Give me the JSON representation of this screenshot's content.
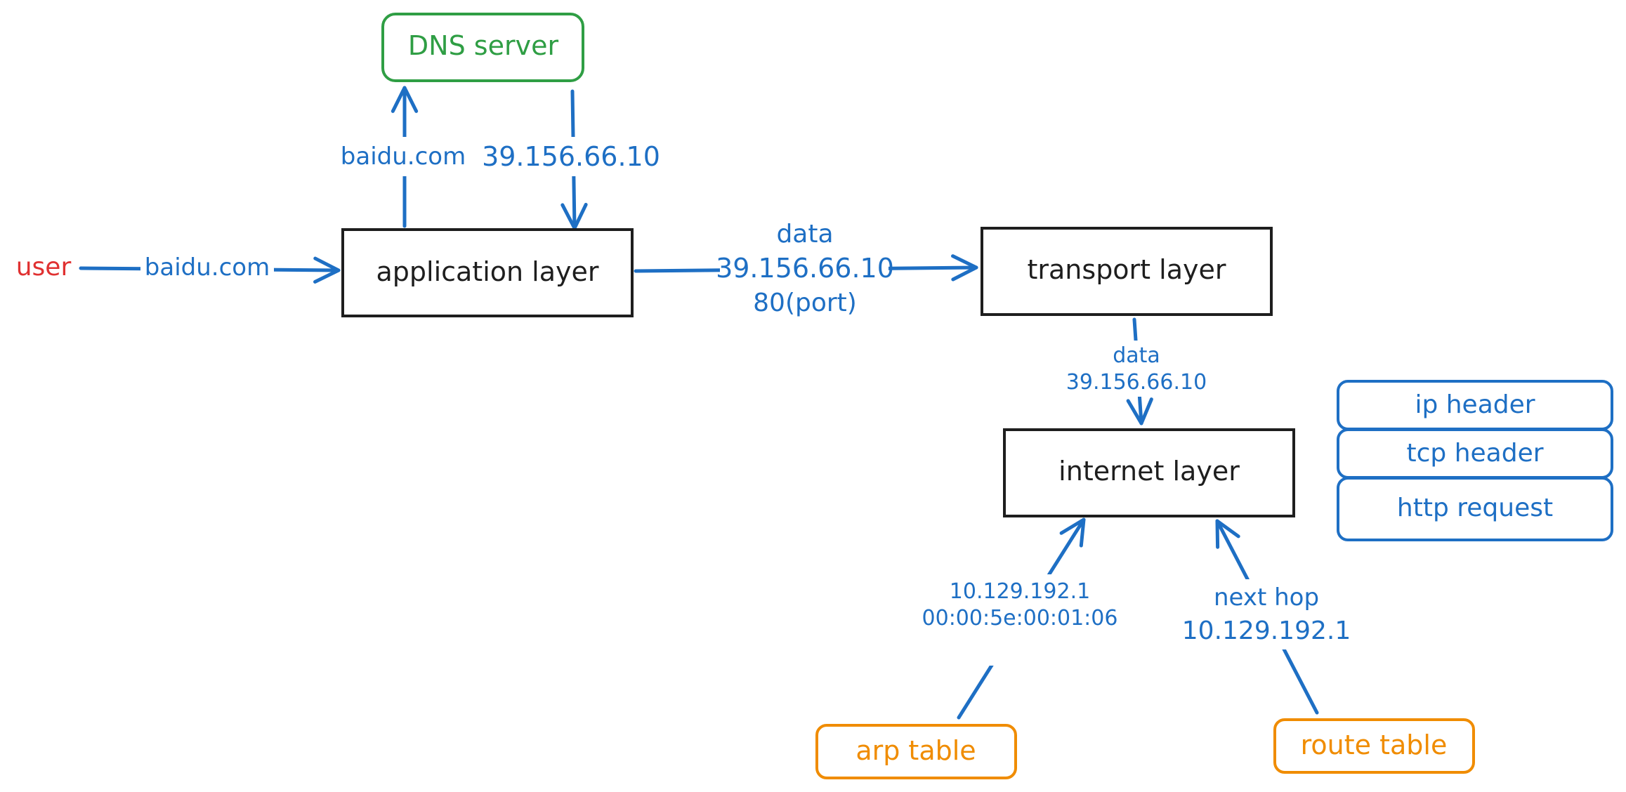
{
  "colors": {
    "line": "#1e6fc4",
    "box": "#1e1e1e",
    "dns": "#2f9e44",
    "user": "#e03131",
    "table": "#f08c00"
  },
  "nodes": {
    "dns_server": "DNS server",
    "application_layer": "application layer",
    "transport_layer": "transport layer",
    "internet_layer": "internet layer",
    "arp_table": "arp table",
    "route_table": "route table",
    "user": "user"
  },
  "packet_stack": [
    "ip header",
    "tcp header",
    "http request"
  ],
  "edge_labels": {
    "user_to_app": "baidu.com",
    "app_to_dns": "baidu.com",
    "dns_to_app": "39.156.66.10",
    "app_to_transport_1": "data",
    "app_to_transport_2": "39.156.66.10",
    "app_to_transport_3": "80(port)",
    "transport_to_internet_1": "data",
    "transport_to_internet_2": "39.156.66.10",
    "arp_to_internet_1": "10.129.192.1",
    "arp_to_internet_2": "00:00:5e:00:01:06",
    "route_to_internet_1": "next hop",
    "route_to_internet_2": "10.129.192.1"
  }
}
